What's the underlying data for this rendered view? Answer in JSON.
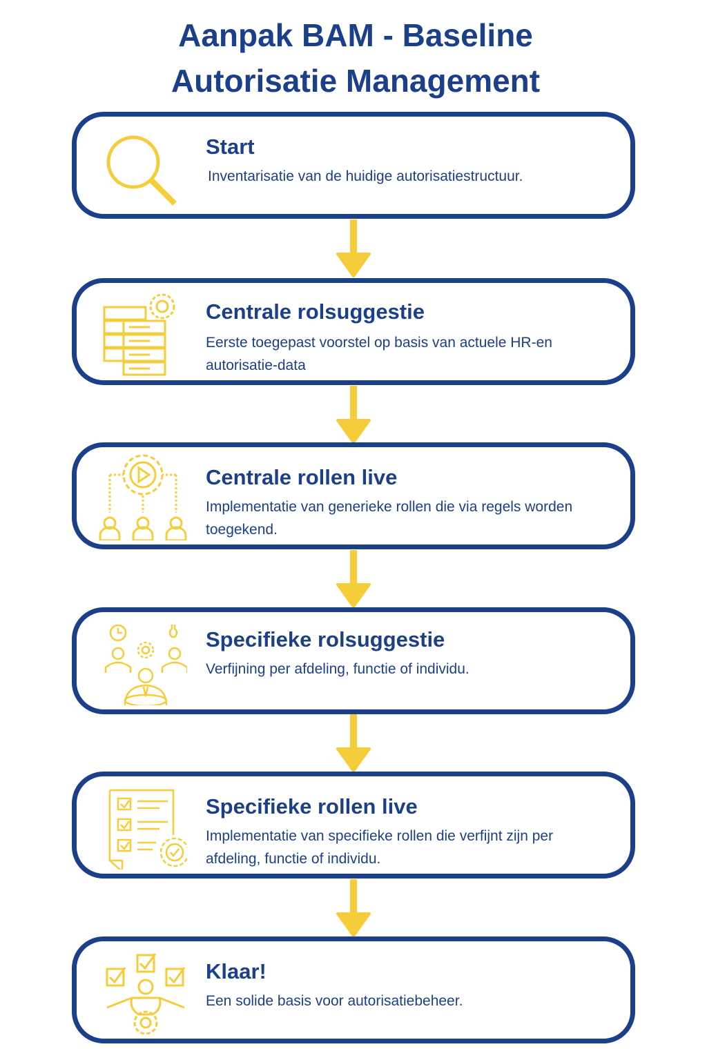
{
  "title": {
    "line1": "Aanpak BAM - Baseline",
    "line2": "Autorisatie Management"
  },
  "colors": {
    "navy": "#1c3f8a",
    "yellow": "#f5cd3a"
  },
  "steps": [
    {
      "icon": "magnifier-icon",
      "title": "Start",
      "description": "Inventarisatie van de huidige autorisatiestructuur."
    },
    {
      "icon": "database-gear-icon",
      "title": "Centrale rolsuggestie",
      "description": "Eerste toegepast voorstel op basis van actuele HR-en autorisatie-data"
    },
    {
      "icon": "gear-play-users-icon",
      "title": "Centrale rollen live",
      "description": "Implementatie van generieke rollen die via regels worden toegekend."
    },
    {
      "icon": "team-gear-icon",
      "title": "Specifieke rolsuggestie",
      "description": "Verfijning per afdeling, functie of individu."
    },
    {
      "icon": "checklist-gear-icon",
      "title": "Specifieke rollen live",
      "description": "Implementatie van specifieke rollen die verfijnt zijn per afdeling, functie of individu."
    },
    {
      "icon": "person-checks-icon",
      "title": "Klaar!",
      "description": "Een solide basis voor autorisatiebeheer."
    }
  ]
}
